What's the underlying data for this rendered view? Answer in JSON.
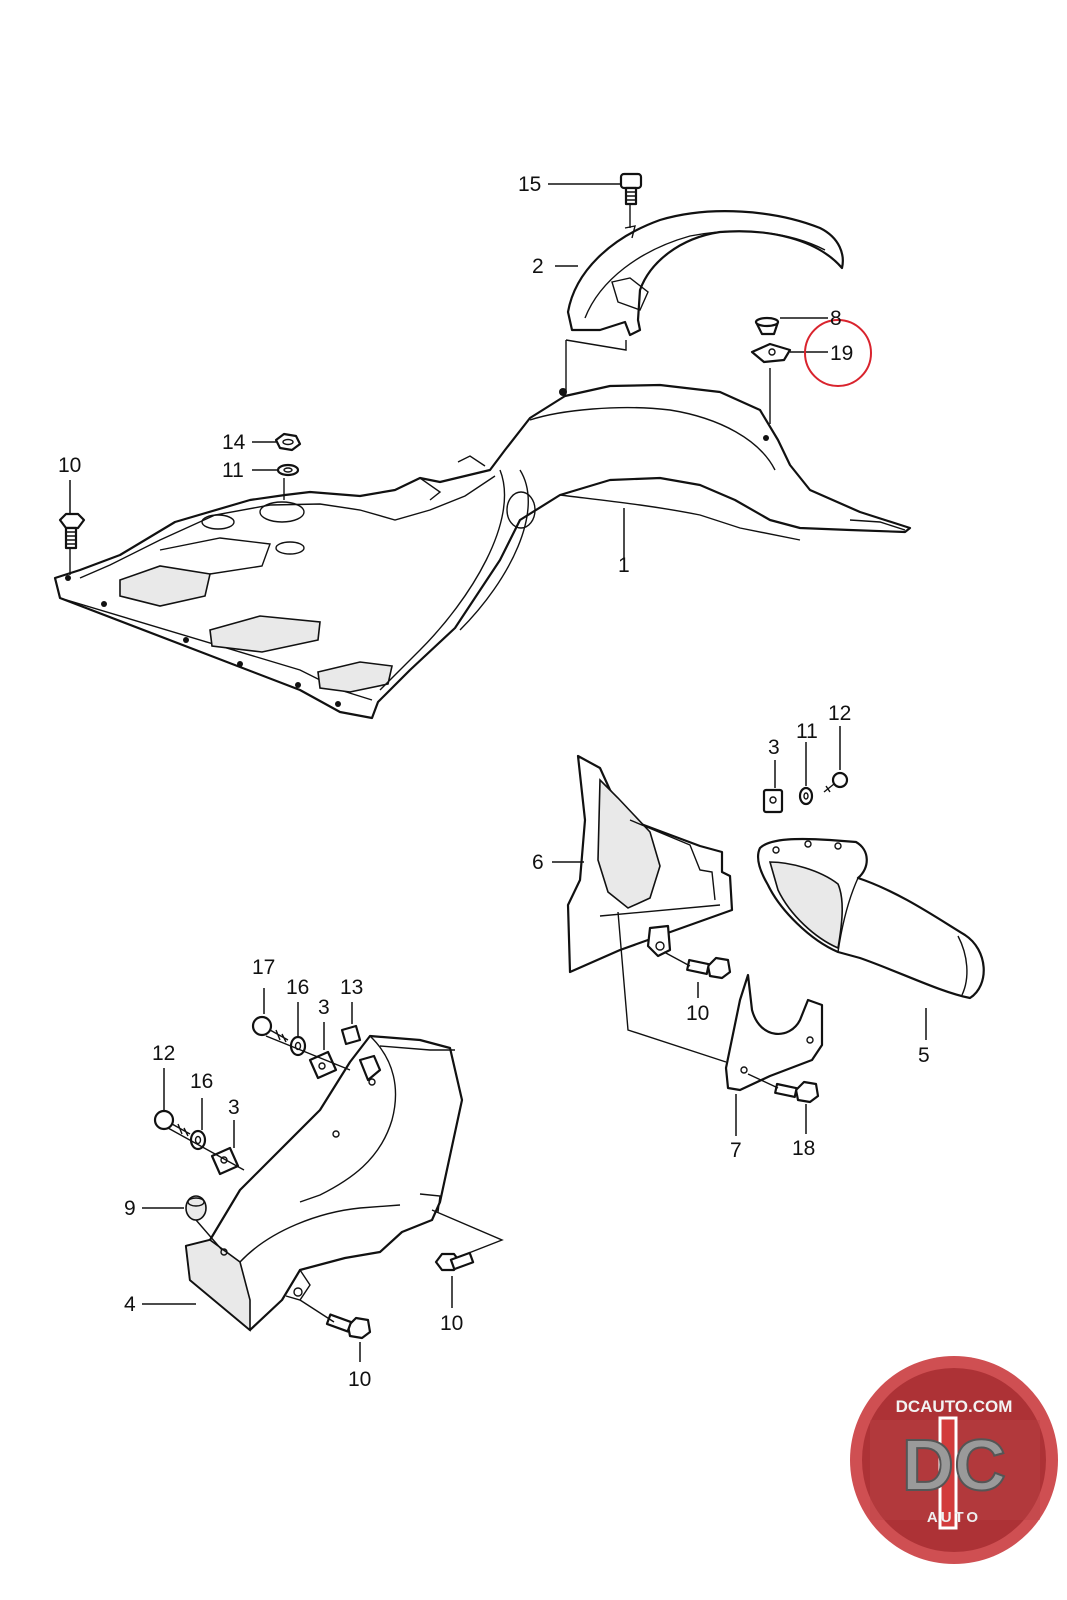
{
  "callouts": {
    "c1": "1",
    "c2": "2",
    "c15": "15",
    "c8": "8",
    "c19": "19",
    "c14": "14",
    "c11a": "11",
    "c10a": "10",
    "c3a": "3",
    "c11b": "11",
    "c12a": "12",
    "c6": "6",
    "c10b": "10",
    "c5": "5",
    "c7": "7",
    "c18": "18",
    "c17": "17",
    "c16a": "16",
    "c3b": "3",
    "c13": "13",
    "c12b": "12",
    "c16b": "16",
    "c3c": "3",
    "c9": "9",
    "c4": "4",
    "c10c": "10",
    "c10d": "10"
  },
  "highlight": {
    "color": "#d9232d",
    "target": "19"
  },
  "watermark": {
    "top_text": "DCAUTO.COM",
    "monogram": "DC",
    "bottom_text": "AUTO",
    "colors": {
      "ring": "#c8373a",
      "letters": "#9a9a9a",
      "bar": "#d23b3b"
    }
  }
}
